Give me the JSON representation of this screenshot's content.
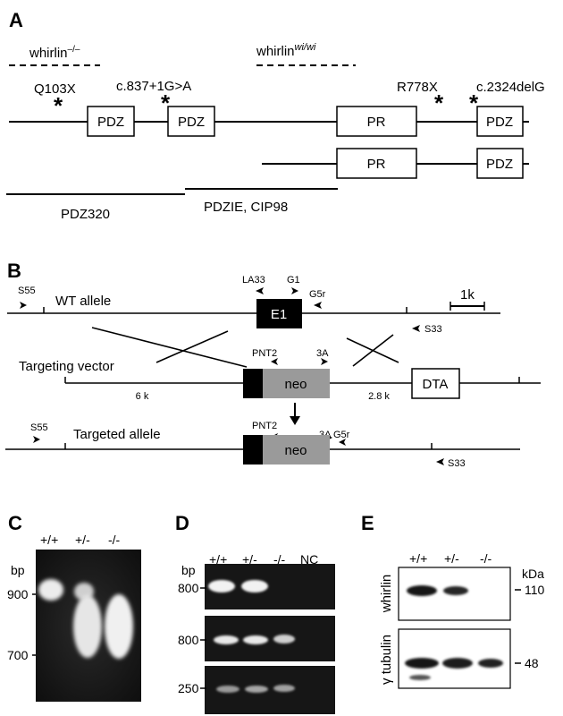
{
  "panel_a": {
    "letter": "A",
    "allele_labels": {
      "knockout_base": "whirlin",
      "knockout_sup": "–/–",
      "wi_base": "whirlin",
      "wi_sup": "wi/wi"
    },
    "mutations": [
      "Q103X",
      "c.837+1G>A",
      "R778X",
      "c.2324delG"
    ],
    "mutation_marker": "*",
    "domain_labels": [
      "PDZ",
      "PDZ",
      "PR",
      "PDZ"
    ],
    "short_isoform_domains": [
      "PR",
      "PDZ"
    ],
    "region_labels": [
      "PDZ320",
      "PDZIE, CIP98"
    ]
  },
  "panel_b": {
    "letter": "B",
    "wt_allele": "WT allele",
    "targeting_vector": "Targeting vector",
    "targeted_allele": "Targeted allele",
    "exon": "E1",
    "neo": "neo",
    "dta": "DTA",
    "scale_bar": "1k",
    "primers": {
      "s55": "S55",
      "la33": "LA33",
      "g1": "G1",
      "g5r": "G5r",
      "s33": "S33",
      "pnt2": "PNT2",
      "a3": "3A"
    },
    "arm_lengths": [
      "6 k",
      "2.8 k"
    ]
  },
  "panel_c": {
    "letter": "C",
    "genotypes": [
      "+/+",
      "+/-",
      "-/-"
    ],
    "unit": "bp",
    "markers": [
      "900",
      "700"
    ]
  },
  "panel_d": {
    "letter": "D",
    "genotypes": [
      "+/+",
      "+/-",
      "-/-",
      "NC"
    ],
    "unit": "bp",
    "markers": [
      "800",
      "800",
      "250"
    ]
  },
  "panel_e": {
    "letter": "E",
    "genotypes": [
      "+/+",
      "+/-",
      "-/-"
    ],
    "unit": "kDa",
    "blot_labels": [
      "whirlin",
      "γ tubulin"
    ],
    "markers": [
      "110",
      "48"
    ]
  },
  "colors": {
    "gel_background": "#1a1a1a",
    "gel_band": "#f2f2f2",
    "neo_fill": "#9a9a9a",
    "exon_fill": "#000000",
    "blot_band": "#141414"
  }
}
